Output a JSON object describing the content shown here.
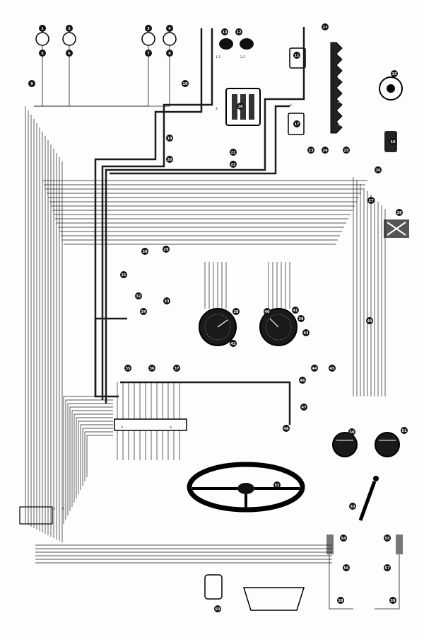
{
  "diagram": {
    "top_connector_codes": [
      "6",
      "1.5",
      "2.5",
      "4",
      "6"
    ],
    "small_labels": [
      "A",
      "A",
      "A",
      "A"
    ]
  },
  "badges": [
    "1",
    "2",
    "3",
    "4",
    "5",
    "6",
    "7",
    "8",
    "9",
    "10",
    "11",
    "12",
    "13",
    "14",
    "15",
    "16",
    "17",
    "18",
    "19",
    "20",
    "21",
    "22",
    "23",
    "24",
    "25",
    "26",
    "27",
    "28",
    "29",
    "30",
    "31",
    "32",
    "33",
    "34",
    "35",
    "36",
    "37",
    "38",
    "39",
    "40",
    "41",
    "42",
    "43",
    "44",
    "45",
    "46",
    "47",
    "48",
    "49",
    "50",
    "51",
    "52",
    "53",
    "54",
    "55",
    "56",
    "57",
    "58",
    "59",
    "60"
  ],
  "colors": {
    "wire": "#1b1b1b",
    "heavy_wire": "#000000",
    "badge_fill": "#111111",
    "badge_text": "#ffffff",
    "paper": "#fdfdfb"
  }
}
